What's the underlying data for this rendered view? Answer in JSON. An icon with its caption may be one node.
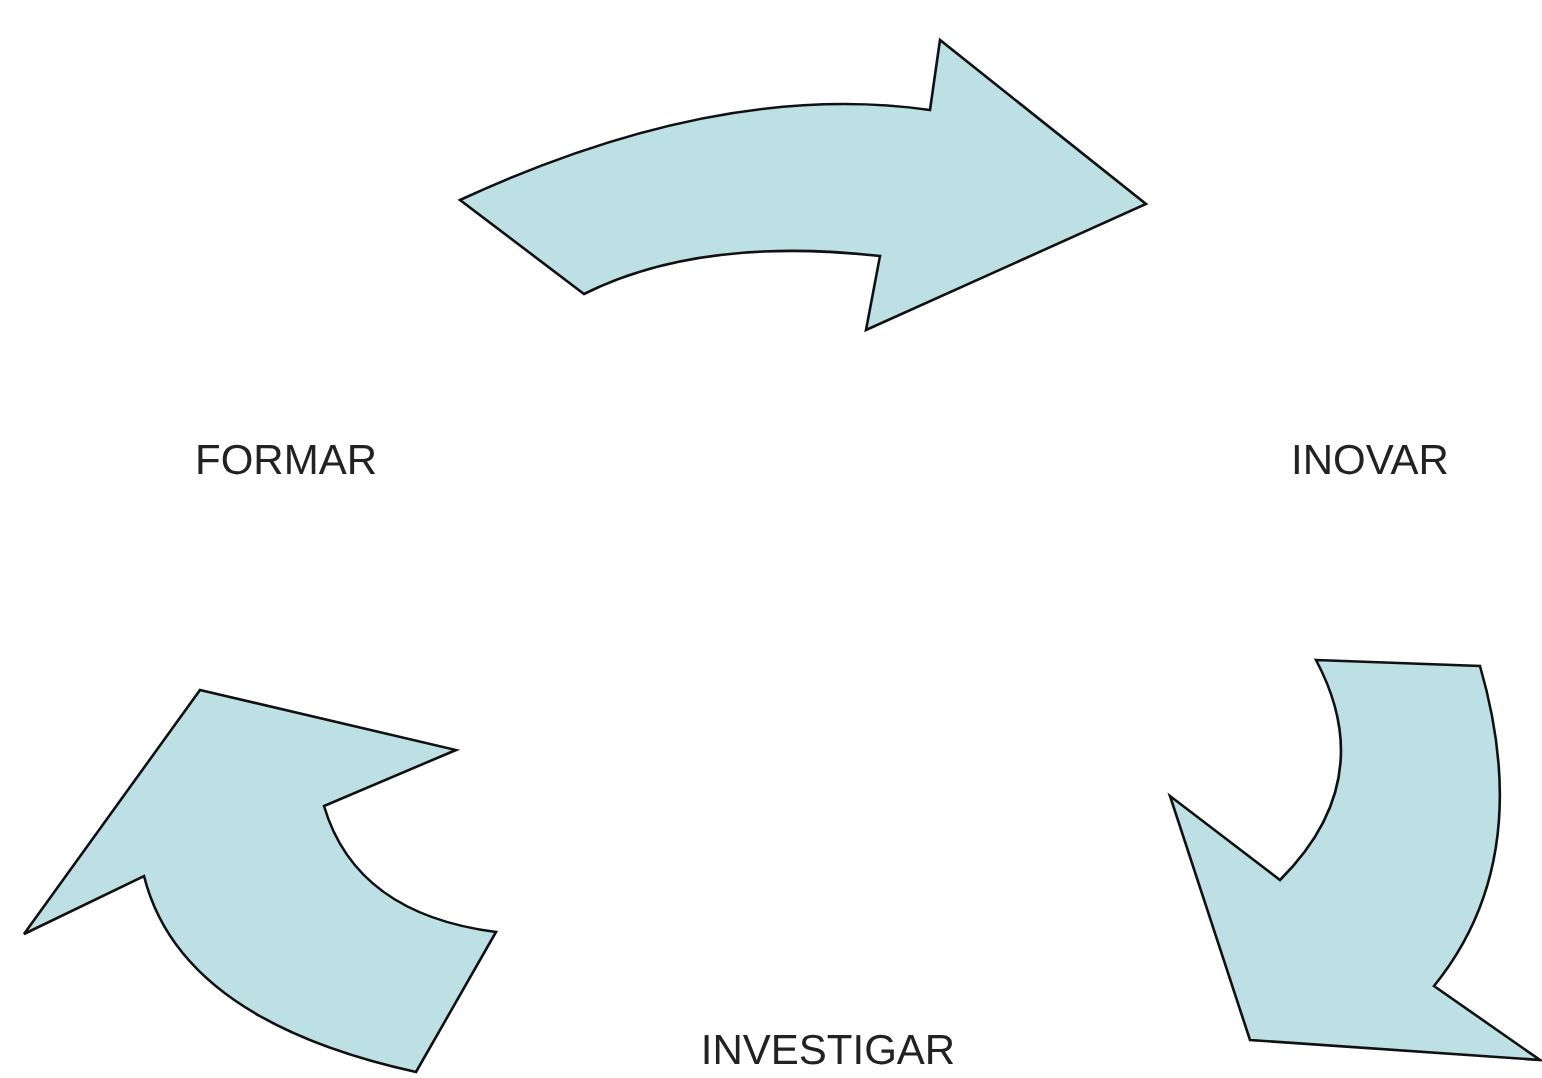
{
  "diagram": {
    "nodes": [
      {
        "text": [
          "FORMAR"
        ]
      },
      {
        "text": [
          "INOVAR"
        ]
      },
      {
        "text": [
          "INVESTIGAR"
        ]
      }
    ],
    "edges": [
      {
        "from": 0,
        "to": 1,
        "arrow": "to"
      },
      {
        "from": 1,
        "to": 2,
        "arrow": "to"
      },
      {
        "from": 2,
        "to": 0,
        "arrow": "to"
      }
    ]
  }
}
